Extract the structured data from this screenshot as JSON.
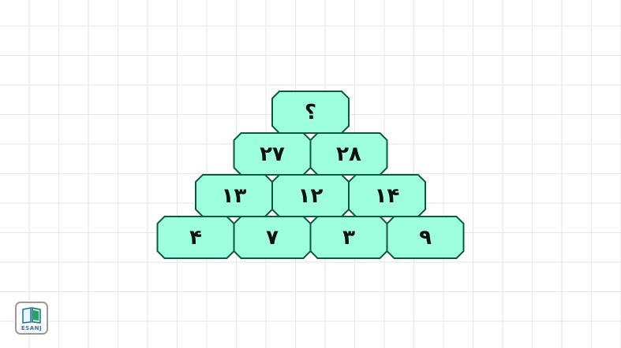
{
  "pyramid": {
    "rows": [
      [
        "؟"
      ],
      [
        "۲۷",
        "۲۸"
      ],
      [
        "۱۳",
        "۱۲",
        "۱۴"
      ],
      [
        "۴",
        "۷",
        "۳",
        "۹"
      ]
    ]
  },
  "logo": {
    "text": "ESANJ"
  }
}
